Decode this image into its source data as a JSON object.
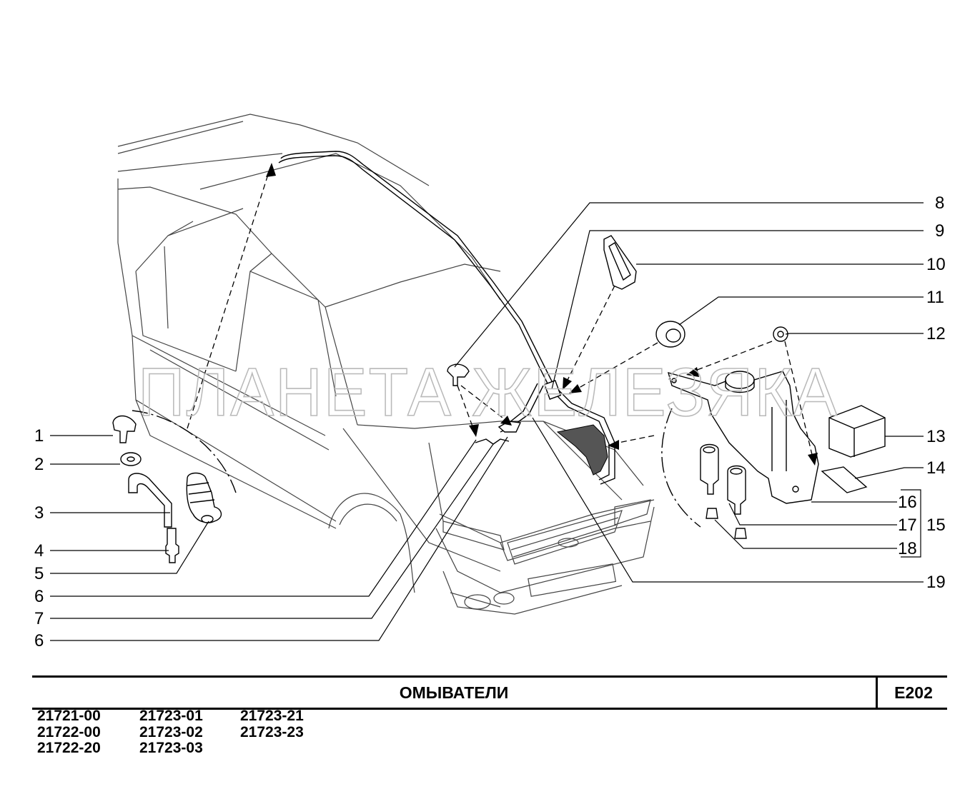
{
  "watermark": "ПЛАНЕТА ЖЕЛЕЗЯКА",
  "callouts": [
    "1",
    "2",
    "3",
    "4",
    "5",
    "6",
    "7",
    "6",
    "8",
    "9",
    "10",
    "11",
    "12",
    "13",
    "14",
    "16",
    "15",
    "17",
    "18",
    "19"
  ],
  "title": "ОМЫВАТЕЛИ",
  "sheet_code": "E202",
  "models": {
    "col1": [
      "21721-00",
      "21722-00",
      "21722-20"
    ],
    "col2": [
      "21723-01",
      "21723-02",
      "21723-03"
    ],
    "col3": [
      "21723-21",
      "21723-23"
    ]
  }
}
